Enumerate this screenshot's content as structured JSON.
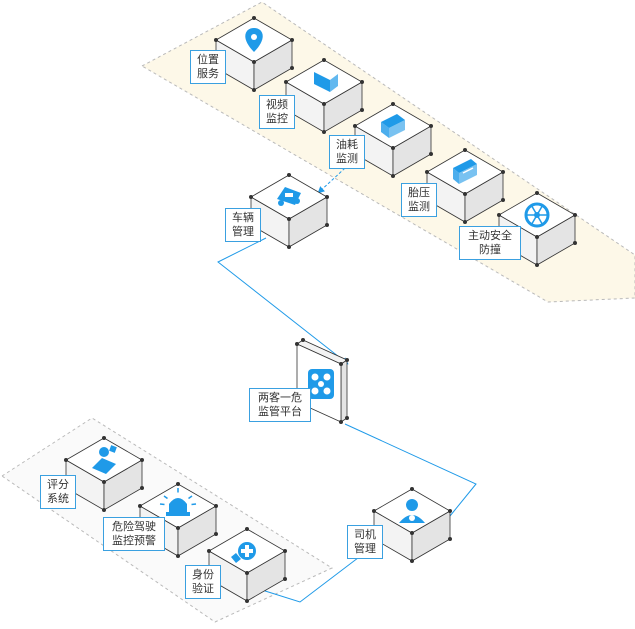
{
  "colors": {
    "accent": "#1f9ae8",
    "line": "#1f9ae8",
    "zone_top_fill": "#fdf8e8",
    "zone_bottom_fill": "#fafafa",
    "cube_top": "#ffffff",
    "cube_left": "#f3f3f3",
    "cube_right": "#e4e4e4",
    "cube_edge": "#333333"
  },
  "nodes": [
    {
      "id": "location",
      "label": "位置\n服务",
      "icon": "location-pin-icon"
    },
    {
      "id": "video",
      "label": "视频\n监控",
      "icon": "monitor-icon"
    },
    {
      "id": "fuel",
      "label": "油耗\n监测",
      "icon": "fuel-can-icon"
    },
    {
      "id": "tire",
      "label": "胎压\n监测",
      "icon": "gauge-icon"
    },
    {
      "id": "collision",
      "label": "主动安全\n防撞",
      "icon": "steering-wheel-icon"
    },
    {
      "id": "vehicle",
      "label": "车辆\n管理",
      "icon": "car-icon"
    },
    {
      "id": "platform",
      "label": "两客一危\n监管平台",
      "icon": "network-icon"
    },
    {
      "id": "driver",
      "label": "司机\n管理",
      "icon": "driver-icon"
    },
    {
      "id": "rating",
      "label": "评分\n系统",
      "icon": "ranking-icon"
    },
    {
      "id": "warning",
      "label": "危险驾驶\n监控预警",
      "icon": "alarm-light-icon"
    },
    {
      "id": "identity",
      "label": "身份\n验证",
      "icon": "id-badge-icon"
    }
  ]
}
